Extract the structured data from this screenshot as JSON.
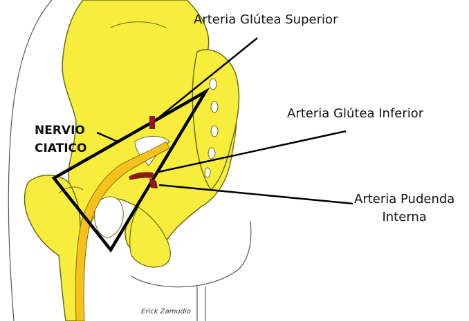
{
  "labels": {
    "superior": "Arteria Glútea Superior",
    "inferior": "Arteria Glútea Inferior",
    "pudenda_line1": "Arteria Pudenda",
    "pudenda_line2": "Interna",
    "nerve_line1": "NERVIO",
    "nerve_line2": "CIATICO",
    "credit": "Erick Zamudio"
  },
  "colors": {
    "bone": "#f6ed3c",
    "nerve": "#f5c21b",
    "artery": "#8c1c1c",
    "outline": "#000000"
  }
}
